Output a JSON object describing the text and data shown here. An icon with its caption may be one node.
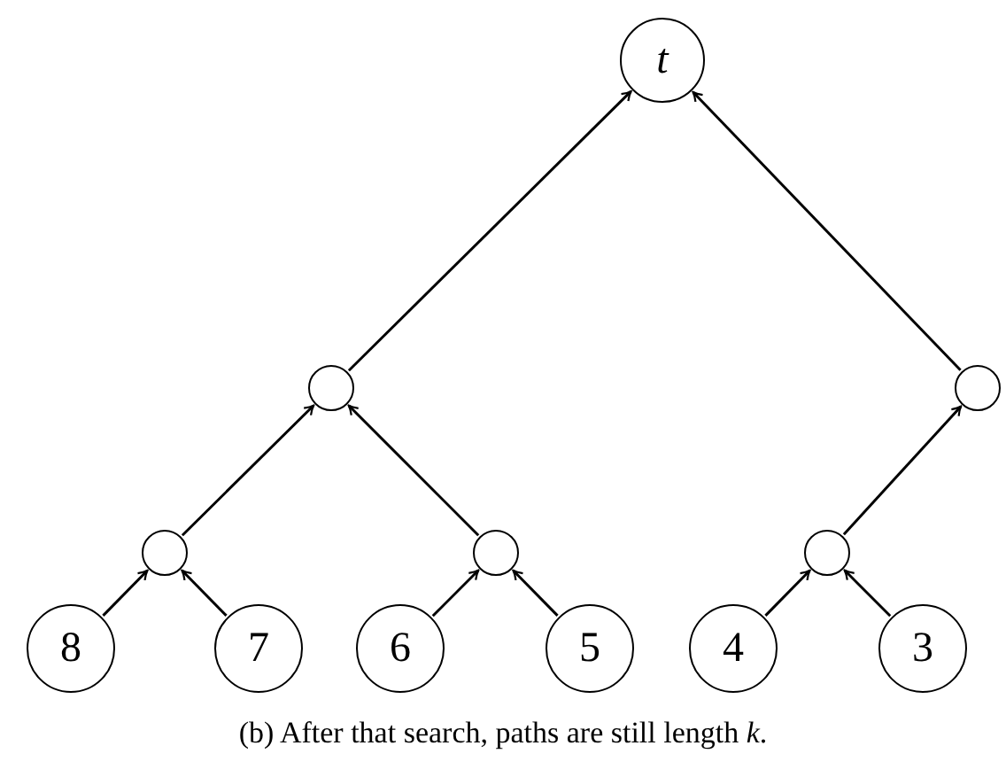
{
  "diagram": {
    "caption": "(b) After that search, paths are still length *k*.",
    "nodes": [
      {
        "text": [
          "t"
        ]
      },
      {
        "text": [],
        "shape": "circle"
      },
      {
        "text": [],
        "shape": "circle"
      },
      {
        "text": [],
        "shape": "circle"
      },
      {
        "text": [],
        "shape": "circle"
      },
      {
        "text": [],
        "shape": "circle"
      },
      {
        "text": [
          "8"
        ]
      },
      {
        "text": [
          "7"
        ]
      },
      {
        "text": [
          "6"
        ]
      },
      {
        "text": [
          "5"
        ]
      },
      {
        "text": [
          "4"
        ]
      },
      {
        "text": [
          "3"
        ]
      }
    ],
    "edges": [
      {
        "from": 1,
        "to": 0,
        "arrow": "to"
      },
      {
        "from": 2,
        "to": 0,
        "arrow": "to"
      },
      {
        "from": 3,
        "to": 1,
        "arrow": "to"
      },
      {
        "from": 4,
        "to": 1,
        "arrow": "to"
      },
      {
        "from": 5,
        "to": 2,
        "arrow": "to"
      },
      {
        "from": 6,
        "to": 3,
        "arrow": "to"
      },
      {
        "from": 7,
        "to": 3,
        "arrow": "to"
      },
      {
        "from": 8,
        "to": 4,
        "arrow": "to"
      },
      {
        "from": 9,
        "to": 4,
        "arrow": "to"
      },
      {
        "from": 10,
        "to": 5,
        "arrow": "to"
      },
      {
        "from": 11,
        "to": 5,
        "arrow": "to"
      }
    ]
  }
}
